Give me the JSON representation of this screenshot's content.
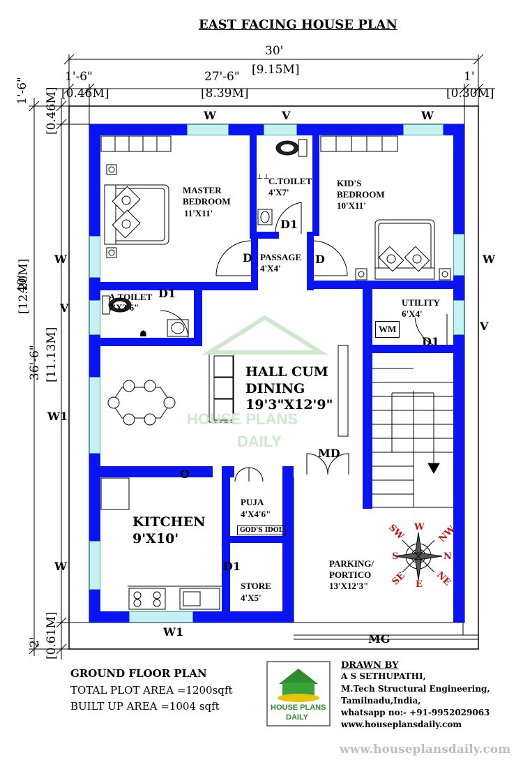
{
  "title": "EAST FACING HOUSE PLAN",
  "dims": {
    "total_width_ft": "30'",
    "total_width_m": "[9.15M]",
    "left_margin_ft": "1'-6\"",
    "left_margin_m": "[0.46M]",
    "inner_width_ft": "27'-6\"",
    "inner_width_m": "[8.39M]",
    "right_margin_ft": "1'",
    "right_margin_m": "[0.30M]",
    "top_margin_ft": "1'-6\"",
    "top_margin_m": "[0.46M]",
    "total_height_ft": "40'",
    "total_height_m": "[12.20M]",
    "inner_height_ft": "36'-6\"",
    "inner_height_m": "[11.13M]",
    "bottom_margin_ft": "2'",
    "bottom_margin_m": "[0.61M]"
  },
  "openings": {
    "w": "W",
    "v": "V",
    "w1": "W1",
    "d": "D",
    "d1": "D1",
    "md": "MD",
    "mg": "MG",
    "o": "O"
  },
  "rooms": {
    "master_bedroom": {
      "name": "MASTER\nBEDROOM",
      "size": "11'X11'"
    },
    "c_toilet": {
      "name": "C.TOILET",
      "size": "4'X7'"
    },
    "kids_bedroom": {
      "name": "KID'S\nBEDROOM",
      "size": "10'X11'"
    },
    "passage": {
      "name": "PASSAGE",
      "size": "4'X4'"
    },
    "a_toilet": {
      "name": "A.TOILET",
      "size": "7'X3'6\""
    },
    "utility": {
      "name": "UTILITY",
      "size": "6'X4'"
    },
    "wm": "WM",
    "hall": {
      "name": "HALL CUM\nDINING",
      "size": "19'3\"X12'9\""
    },
    "kitchen": {
      "name": "KITCHEN",
      "size": "9'X10'"
    },
    "puja": {
      "name": "PUJA",
      "size": "4'X4'6\""
    },
    "gods_idol": "GOD'S IDOL",
    "store": {
      "name": "STORE",
      "size": "4'X5'"
    },
    "parking": {
      "name": "PARKING/\nPORTICO",
      "size": "13'X12'3\""
    }
  },
  "compass": {
    "n": "N",
    "s": "S",
    "e": "E",
    "w": "W",
    "ne": "NE",
    "nw": "NW",
    "se": "SE",
    "sw": "SW"
  },
  "watermark": {
    "line1": "HOUSE PLANS",
    "line2": "DAILY"
  },
  "footer": {
    "plan_name": "GROUND FLOOR PLAN",
    "plot_area": "TOTAL PLOT AREA =1200sqft",
    "built_area": "BUILT UP AREA =1004 sqft",
    "logo_line1": "HOUSE PLANS",
    "logo_line2": "DAILY",
    "drawn_by": "DRAWN BY",
    "author": "A S SETHUPATHI,",
    "degree": "M.Tech Structural Engineering,",
    "location": "Tamilnadu,India,",
    "whatsapp": "whatsapp no:- +91-9952029063",
    "website": "www.houseplansdaily.com",
    "website_footer": "www.houseplansdaily.com"
  },
  "colors": {
    "wall": "#0a14f0",
    "window": "#c9f0f0",
    "compass_red": "#cc1111",
    "logo_green": "#2e8b2e"
  }
}
